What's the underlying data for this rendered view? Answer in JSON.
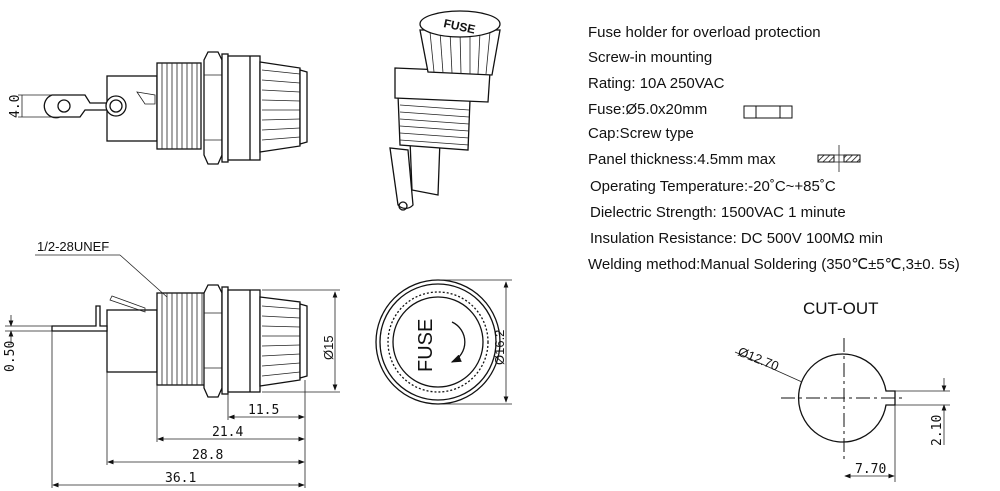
{
  "specs": [
    "Fuse holder for overload protection",
    "Screw-in mounting",
    "Rating: 10A 250VAC",
    "Fuse:Ø5.0x20mm",
    "Cap:Screw type",
    "Panel thickness:4.5mm max",
    "Operating Temperature:-20˚C~+85˚C",
    "Dielectric Strength: 1500VAC 1 minute",
    "Insulation Resistance: DC 500V 100MΩ min",
    "Welding method:Manual Soldering (350℃±5℃,3±0. 5s)"
  ],
  "top_view": {
    "tab_width": "4.0"
  },
  "side_view": {
    "thread_label": "1/2-28UNEF",
    "tab_thickness": "0.50",
    "cap_diameter": "Ø15",
    "dims": [
      "11.5",
      "21.4",
      "28.8",
      "36.1"
    ]
  },
  "front_view": {
    "cap_text": "FUSE",
    "diameter": "Ø16.2"
  },
  "perspective": {
    "cap_text": "FUSE"
  },
  "cutout": {
    "title": "CUT-OUT",
    "diameter": "Ø12.70",
    "key_height": "2.10",
    "key_offset": "7.70"
  }
}
